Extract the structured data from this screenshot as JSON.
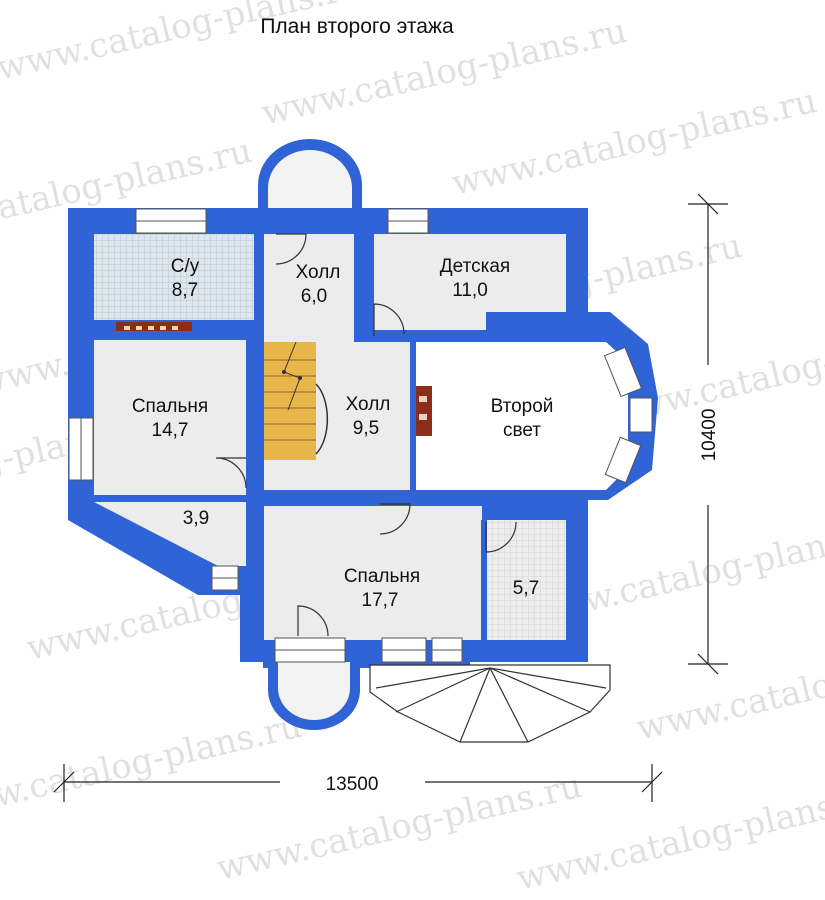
{
  "title": "План второго этажа",
  "watermark": "www.catalog-plans.ru",
  "dimensions": {
    "width": "13500",
    "height": "10400"
  },
  "rooms": [
    {
      "name": "С/у",
      "area": "8,7"
    },
    {
      "name": "Холл",
      "area": "6,0"
    },
    {
      "name": "Детская",
      "area": "11,0"
    },
    {
      "name": "Спальня",
      "area": "14,7"
    },
    {
      "name": "Холл",
      "area": "9,5"
    },
    {
      "name": "Второй",
      "area": "свет"
    },
    {
      "name": "",
      "area": "3,9"
    },
    {
      "name": "Спальня",
      "area": "17,7"
    },
    {
      "name": "",
      "area": "5,7"
    }
  ],
  "colors": {
    "wall": "#2f63d6",
    "floor": "#ececec",
    "bathroom_tile": "#c9d4de",
    "stair": "#e8b64a",
    "chimney": "#8a2e1c"
  }
}
